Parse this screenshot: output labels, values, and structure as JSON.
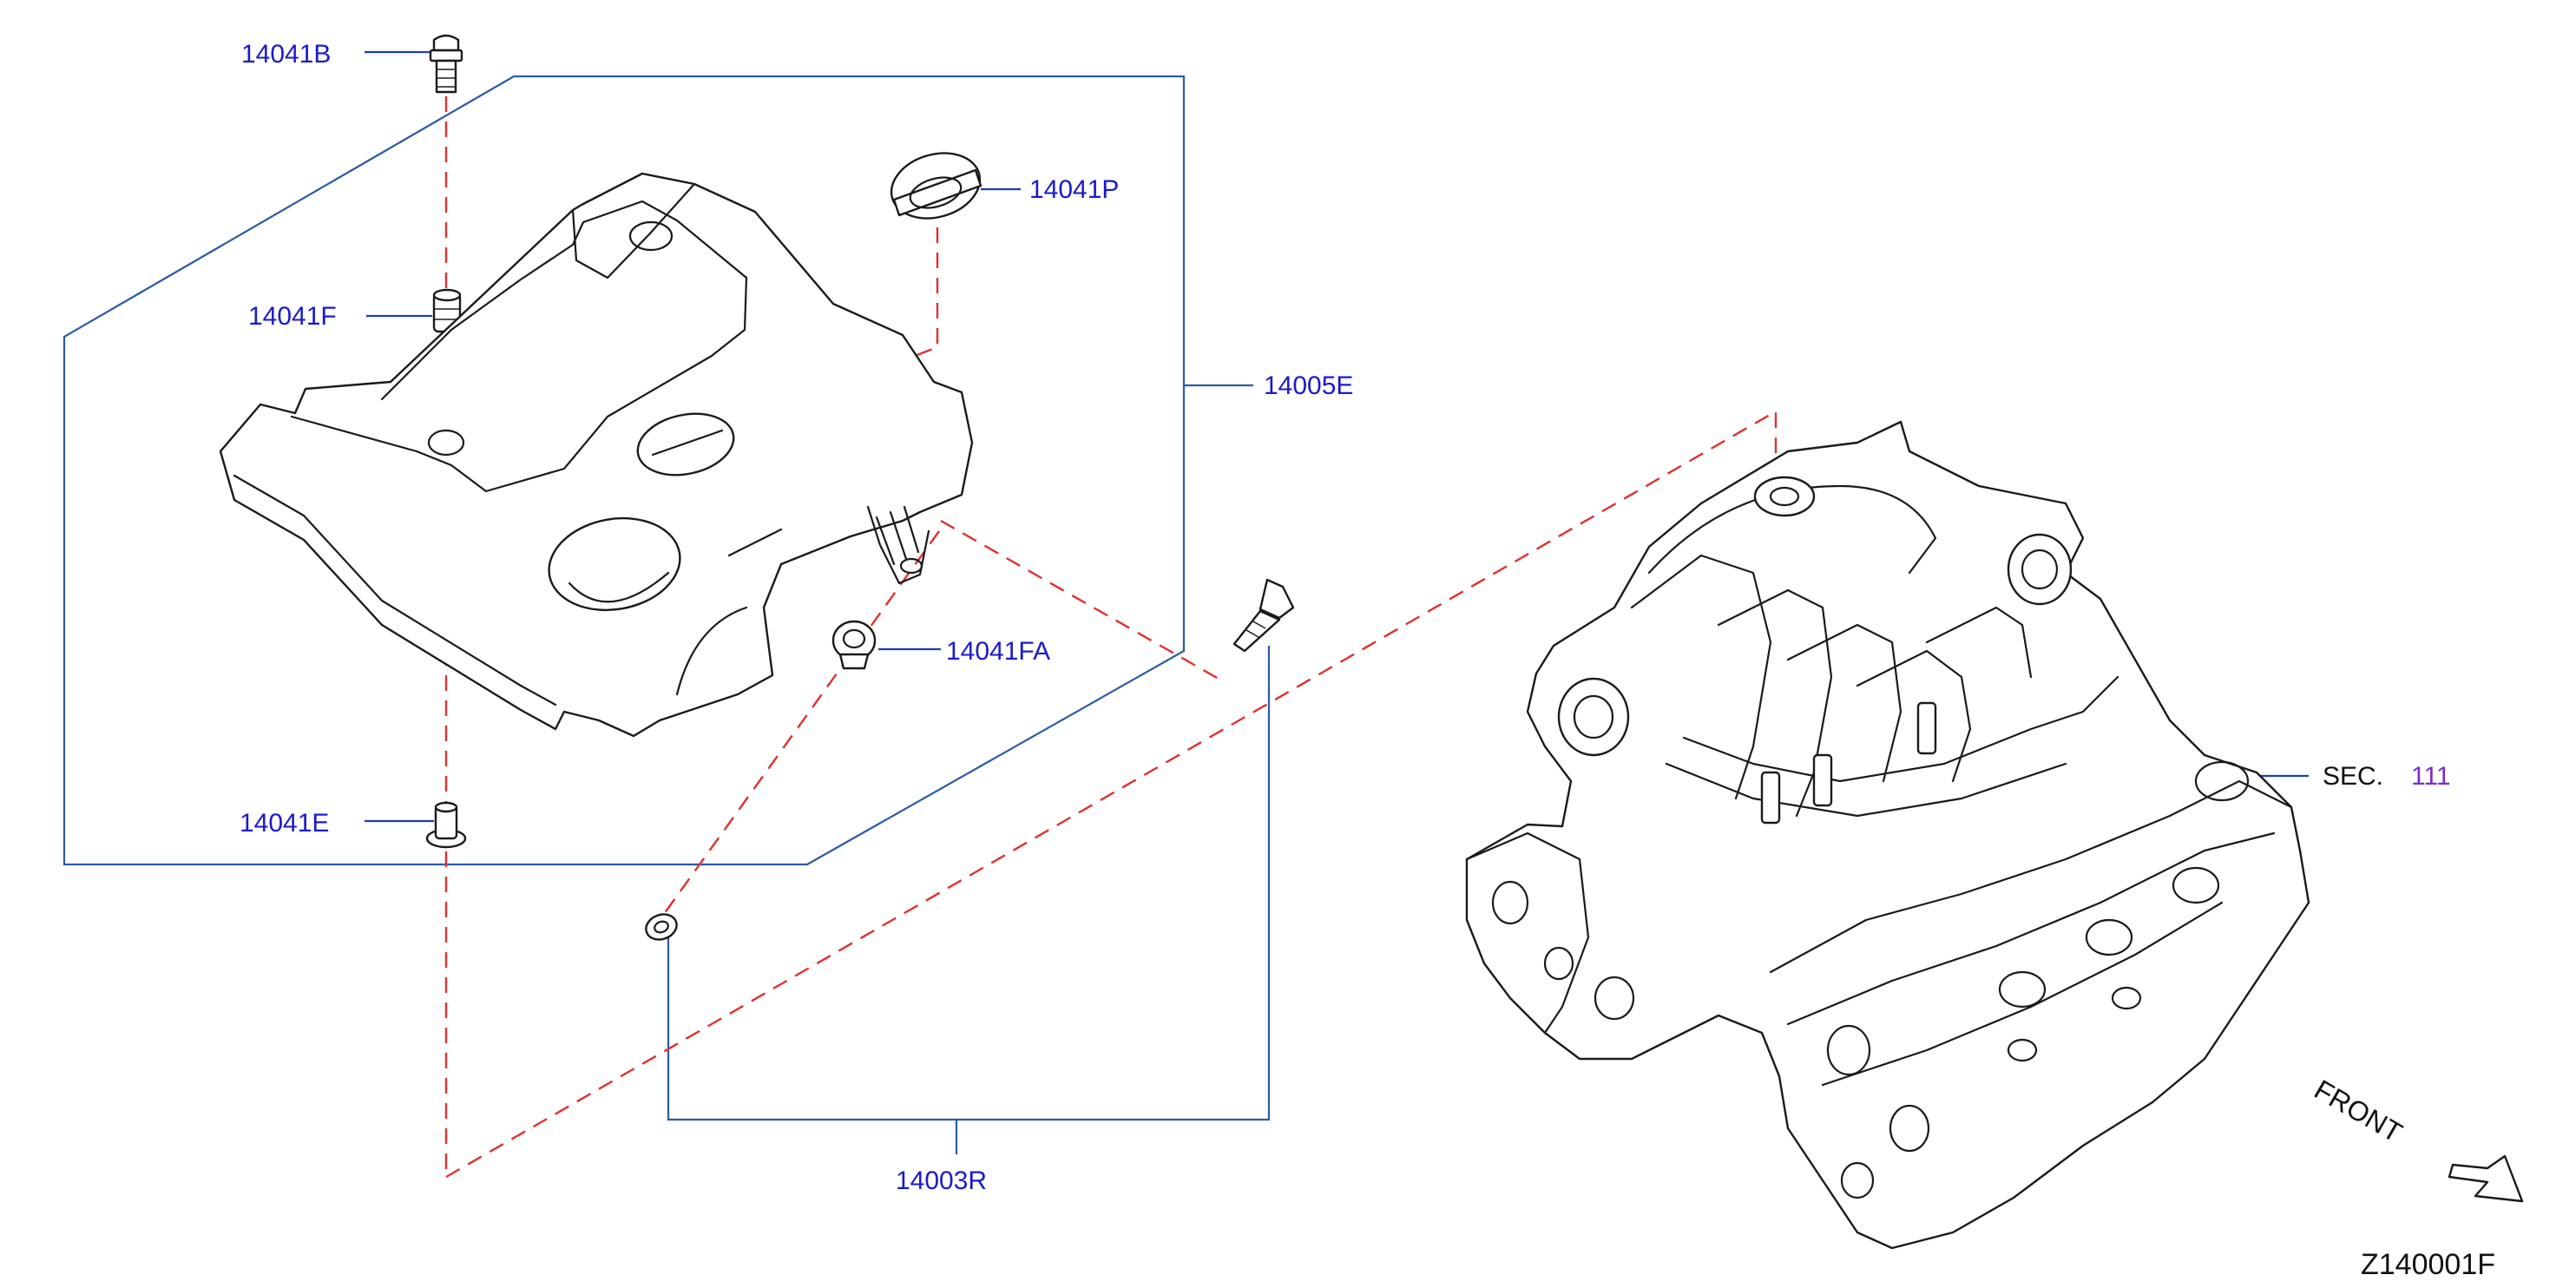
{
  "diagram": {
    "parts": {
      "p14041B": "14041B",
      "p14041P": "14041P",
      "p14041F": "14041F",
      "p14005E": "14005E",
      "p14041FA": "14041FA",
      "p14041E": "14041E",
      "p14003R": "14003R"
    },
    "section": {
      "prefix": "SEC.",
      "number": "111"
    },
    "front_label": "FRONT",
    "diagram_code": "Z140001F",
    "colors": {
      "part_label": "#1a1acc",
      "section_number": "#7a2ad6",
      "bracket_line": "#2b5aa8",
      "dashed_line": "#e03030",
      "drawing_ink": "#1a1a1a"
    }
  }
}
